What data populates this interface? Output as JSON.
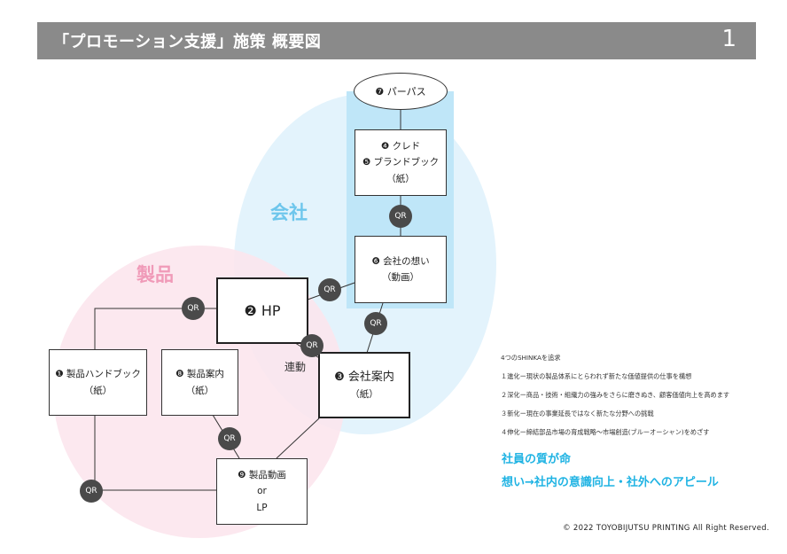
{
  "header": {
    "title": "「プロモーション支援」施策 概要図",
    "page": "1"
  },
  "regions": {
    "company": "会社",
    "product": "製品"
  },
  "nodes": {
    "papasu": "❼ パーパス",
    "credo_l1": "❹ クレド",
    "credo_l2": "❺ ブランドブック",
    "credo_l3": "（紙）",
    "thoughts_l1": "❻ 会社の想い",
    "thoughts_l2": "（動画）",
    "hp": "❷ HP",
    "company_intro_l1": "❸ 会社案内",
    "company_intro_l2": "（紙）",
    "handbook_l1": "❶ 製品ハンドブック",
    "handbook_l2": "（紙）",
    "product_intro_l1": "❽ 製品案内",
    "product_intro_l2": "（紙）",
    "video_l1": "❾ 製品動画",
    "video_l2": "or",
    "video_l3": "LP"
  },
  "qr_label": "QR",
  "link_label": "連動",
  "shinka": {
    "title": "4つのSHINKAを追求",
    "items": [
      "１進化ー現状の製品体系にとらわれず新たな価値提供の仕事を構想",
      "２深化ー商品・技術・組織力の強みをさらに磨きぬき、顧客価値向上を高めます",
      "３新化ー現在の事業延長ではなく新たな分野への挑戦",
      "４伸化ー締結部品市場の育成戦略〜市場創造(ブルーオーシャン)をめざす"
    ]
  },
  "slogans": [
    "社員の質が命",
    "想い→社内の意識向上・社外へのアピール"
  ],
  "copyright": "© 2022 TOYOBIJUTSU PRINTING All Right Reserved.",
  "colors": {
    "header": "#8a8a8a",
    "company_region": "#e3f3fc",
    "column": "#bfe6f8",
    "product_region": "#fce5ed",
    "product_text": "#f09ab8",
    "company_text": "#6ec6ec",
    "slogan": "#1fb3e3",
    "qr": "#4a4a4a"
  }
}
